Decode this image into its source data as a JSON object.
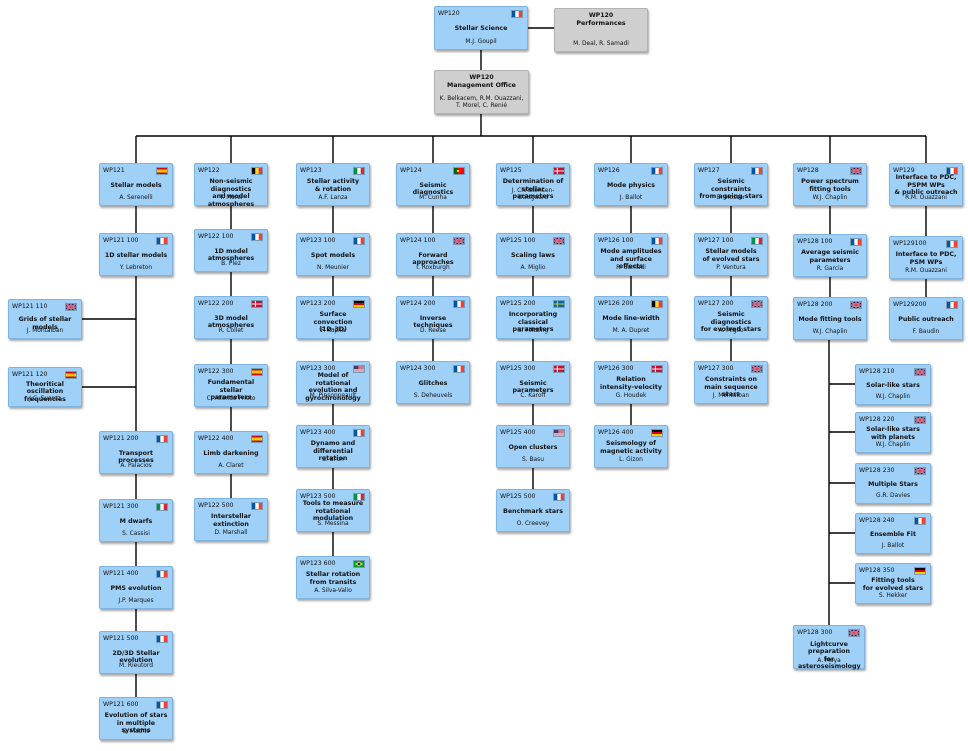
{
  "top": {
    "wp120": {
      "code": "WP120",
      "title": "Stellar Science",
      "lead": "M.J. Goupil",
      "flag": "fr"
    },
    "perf": {
      "code": "WP120",
      "title": "Performances",
      "lead": "M. Deal, R. Samadi"
    },
    "mgmt": {
      "code": "WP120",
      "title": "Management Office",
      "lead": "K. Belkacem, R.M. Ouazzani,\nT. Morel, C. Renié"
    }
  },
  "columns": [
    {
      "head": {
        "code": "WP121",
        "title": "Stellar models",
        "lead": "A. Serenelli",
        "flag": "es"
      },
      "subs": [
        {
          "code": "WP121 100",
          "title": "1D stellar models",
          "lead": "Y. Lebreton",
          "flag": "fr"
        },
        {
          "code": "WP121 200",
          "title": "Transport processes",
          "lead": "A. Palacios",
          "flag": "fr"
        },
        {
          "code": "WP121 300",
          "title": "M dwarfs",
          "lead": "S. Cassisi",
          "flag": "it"
        },
        {
          "code": "WP121 400",
          "title": "PMS evolution",
          "lead": "J.P. Marques",
          "flag": "fr"
        },
        {
          "code": "WP121 500",
          "title": "2D/3D Stellar evolution",
          "lead": "M. Rieutord",
          "flag": "fr"
        },
        {
          "code": "WP121 600",
          "title": "Evolution of stars\nin multiple systems",
          "lead": "S. Mathis",
          "flag": "fr"
        }
      ],
      "side": [
        {
          "code": "WP121 110",
          "title": "Grids of stellar models",
          "lead": "J. Montalban",
          "flag": "uk"
        },
        {
          "code": "WP121 120",
          "title": "Theoritical oscillation\nfrequencies",
          "lead": "J.C. Suarez",
          "flag": "es"
        }
      ]
    },
    {
      "head": {
        "code": "WP122",
        "title": "Non-seismic diagnostics\nand model atmospheres",
        "lead": "T. Morel",
        "flag": "be"
      },
      "subs": [
        {
          "code": "WP122 100",
          "title": "1D model atmospheres",
          "lead": "B. Plez",
          "flag": "fr"
        },
        {
          "code": "WP122 200",
          "title": "3D model atmospheres",
          "lead": "R. Collet",
          "flag": "dk"
        },
        {
          "code": "WP122 300",
          "title": "Fundamental\nstellar parameters",
          "lead": "C. Allende Prieto",
          "flag": "es"
        },
        {
          "code": "WP122 400",
          "title": "Limb darkening",
          "lead": "A. Claret",
          "flag": "es"
        },
        {
          "code": "WP122 500",
          "title": "Interstellar\nextinction",
          "lead": "D. Marshall",
          "flag": "fr"
        }
      ]
    },
    {
      "head": {
        "code": "WP123",
        "title": "Stellar activity\n& rotation",
        "lead": "A.F. Lanza",
        "flag": "it"
      },
      "subs": [
        {
          "code": "WP123 100",
          "title": "Spot models",
          "lead": "N. Meunier",
          "flag": "fr"
        },
        {
          "code": "WP123 200",
          "title": "Surface convection\n(1D-3D)",
          "lead": "F. Kupka",
          "flag": "de"
        },
        {
          "code": "WP123 300",
          "title": "Model of rotational\nevolution and\ngyrochronology",
          "lead": "M. Pinsonneault",
          "flag": "us"
        },
        {
          "code": "WP123 400",
          "title": "Dynamo and differential\nrotation",
          "lead": "S. Brun",
          "flag": "fr"
        },
        {
          "code": "WP123 500",
          "title": "Tools to measure\nrotational\nmodulation",
          "lead": "S. Messina",
          "flag": "it"
        },
        {
          "code": "WP123 600",
          "title": "Stellar rotation\nfrom transits",
          "lead": "A. Silva-Valio",
          "flag": "br"
        }
      ]
    },
    {
      "head": {
        "code": "WP124",
        "title": "Seismic diagnostics",
        "lead": "M. Cunha",
        "flag": "pt"
      },
      "subs": [
        {
          "code": "WP124 100",
          "title": "Forward approaches",
          "lead": "I. Roxburgh",
          "flag": "uk"
        },
        {
          "code": "WP124 200",
          "title": "Inverse techniques",
          "lead": "D. Reese",
          "flag": "fr"
        },
        {
          "code": "WP124 300",
          "title": "Glitches",
          "lead": "S. Deheuvels",
          "flag": "fr"
        }
      ]
    },
    {
      "head": {
        "code": "WP125",
        "title": "Determination of\nstellar parameters",
        "lead": "J. Christensen-Dalsgaard",
        "flag": "dk"
      },
      "subs": [
        {
          "code": "WP125 100",
          "title": "Scaling laws",
          "lead": "A. Miglio",
          "flag": "uk"
        },
        {
          "code": "WP125 200",
          "title": "Incorporating\nclassical parameters",
          "lead": "S. Feltzing",
          "flag": "se"
        },
        {
          "code": "WP125 300",
          "title": "Seismic parameters",
          "lead": "C. Karoff",
          "flag": "dk"
        },
        {
          "code": "WP125 400",
          "title": "Open clusters",
          "lead": "S. Basu",
          "flag": "us"
        },
        {
          "code": "WP125 500",
          "title": "Benchmark stars",
          "lead": "O. Creevey",
          "flag": "fr"
        }
      ]
    },
    {
      "head": {
        "code": "WP126",
        "title": "Mode physics",
        "lead": "J. Ballot",
        "flag": "fr"
      },
      "subs": [
        {
          "code": "WP126 100",
          "title": "Mode amplitudes\nand surface effects",
          "lead": "R. Samadi",
          "flag": "fr"
        },
        {
          "code": "WP126 200",
          "title": "Mode line-width",
          "lead": "M. A. Dupret",
          "flag": "be"
        },
        {
          "code": "WP126 300",
          "title": "Relation\nintensity-velocity",
          "lead": "G. Houdek",
          "flag": "dk"
        },
        {
          "code": "WP126 400",
          "title": "Seismology of\nmagnetic activity",
          "lead": "L. Gizon",
          "flag": "de"
        }
      ]
    },
    {
      "head": {
        "code": "WP127",
        "title": "Seismic constraints\nfrom ageing stars",
        "lead": "B. Mosser",
        "flag": "fr"
      },
      "subs": [
        {
          "code": "WP127 100",
          "title": "Stellar models\nof evolved stars",
          "lead": "P. Ventura",
          "flag": "it"
        },
        {
          "code": "WP127 200",
          "title": "Seismic diagnostics\nfor evolved stars",
          "lead": "A. Miglio",
          "flag": "uk"
        },
        {
          "code": "WP127 300",
          "title": "Constraints on\nmain sequence stars",
          "lead": "J. Montalban",
          "flag": "uk"
        }
      ]
    },
    {
      "head": {
        "code": "WP128",
        "title": "Power spectrum\nfitting tools",
        "lead": "W.J. Chaplin",
        "flag": "uk"
      },
      "subs": [
        {
          "code": "WP128 100",
          "title": "Average seismic\nparameters",
          "lead": "R. Garcia",
          "flag": "fr"
        },
        {
          "code": "WP128 200",
          "title": "Mode fitting tools",
          "lead": "W.J. Chaplin",
          "flag": "uk"
        }
      ],
      "side": [
        {
          "code": "WP128 210",
          "title": "Solar-like stars",
          "lead": "W.J. Chaplin",
          "flag": "uk"
        },
        {
          "code": "WP128 220",
          "title": "Solar-like stars\nwith planets",
          "lead": "W.J. Chaplin",
          "flag": "uk"
        },
        {
          "code": "WP128 230",
          "title": "Multiple Stars",
          "lead": "G.R. Davies",
          "flag": "uk"
        },
        {
          "code": "WP128 240",
          "title": "Ensemble Fit",
          "lead": "J. Ballot",
          "flag": "fr"
        },
        {
          "code": "WP128 350",
          "title": "Fitting tools\nfor evolved stars",
          "lead": "S. Hekker",
          "flag": "de"
        }
      ],
      "bottom": {
        "code": "WP128 300",
        "title": "Lightcurve preparation\nfor asteroseismology",
        "lead": "A. Moya",
        "flag": "uk"
      }
    },
    {
      "head": {
        "code": "WP129",
        "title": "Interface to PDC,\nPSPM WPs\n& public outreach",
        "lead": "R.M. Ouazzani",
        "flag": "fr"
      },
      "subs": [
        {
          "code": "WP129100",
          "title": "Interface to PDC,\nPSM WPs",
          "lead": "R.M. Ouazzani",
          "flag": "fr"
        },
        {
          "code": "WP129200",
          "title": "Public outreach",
          "lead": "F. Baudin",
          "flag": "fr"
        }
      ]
    }
  ]
}
